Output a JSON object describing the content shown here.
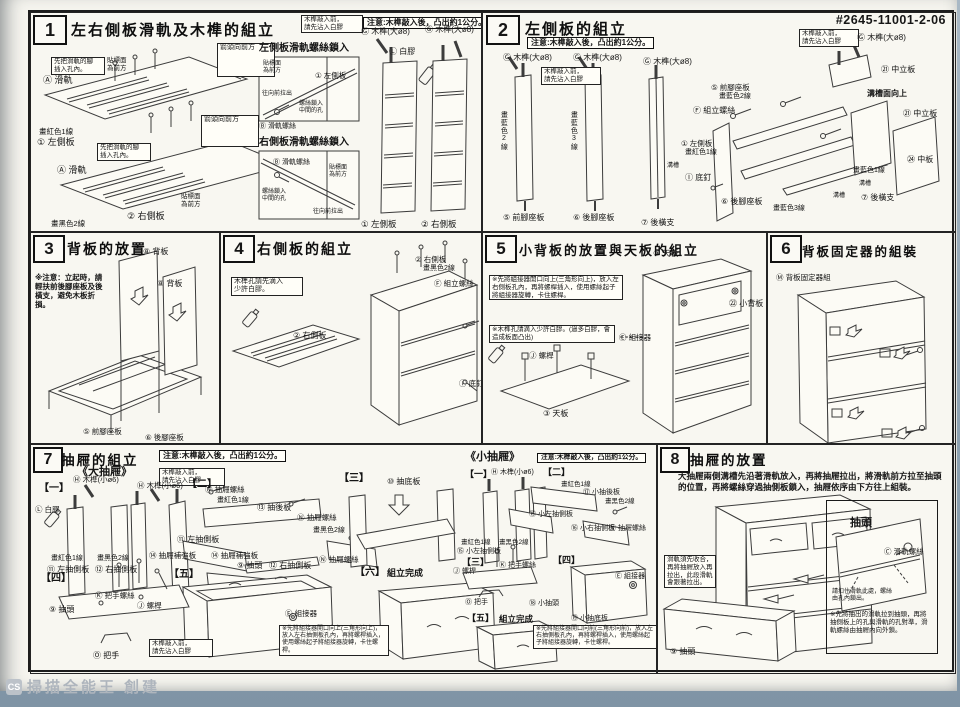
{
  "doc": {
    "part_number": "#2645-11001-2-06",
    "watermark_badge": "CS",
    "watermark_text": "掃描全能王 創建"
  },
  "p1": {
    "num": "1",
    "title": "左右側板滑軌及木榫的組立",
    "glue_note": "木榫敲入前，\n請先沾入白膠",
    "caution": "注意:木榫敲入後，凸出約1公分。",
    "rail_hint": "先把滑軌的腳\n插入孔內。",
    "sticker_front": "貼標面\n為前方",
    "arrow_front": "箭頭向前方",
    "rail": "Ⓐ 滑軌",
    "red_line1": "畫紅色1線",
    "left_board": "① 左側板",
    "right_board": "② 右側板",
    "black_line2": "畫黑色2線",
    "mid_left_title": "左側板滑軌螺絲鎖入",
    "mid_right_title": "右側板滑軌螺絲鎖入",
    "pull_out": "往向前拉出",
    "screw_mid_hole": "螺絲鎖入\n中間的孔",
    "rail_screw": "Ⓑ 滑軌螺絲",
    "dowel_big": "Ⓖ 木榫(大ø8)",
    "glue": "Ⓛ 白膠"
  },
  "p2": {
    "num": "2",
    "title": "左側板的組立",
    "caution": "注意:木榫敲入後，凸出約1公分。",
    "glue_note": "木榫敲入前，\n請先沾入白膠",
    "dowel_big": "Ⓖ 木榫(大ø8)",
    "blue_line2": "畫藍色2線",
    "blue_line3": "畫藍色3線",
    "blue_line1": "畫藍色1線",
    "groove": "溝槽",
    "groove_face_up": "溝槽面向上",
    "front_leg": "⑤ 前腳座板",
    "rear_leg": "⑥ 後腳座板",
    "rear_support": "⑦ 後橫支",
    "mid_upright": "㉑ 中立板",
    "mid_board": "㉔ 中板",
    "asm_screw": "Ⓕ 組立螺絲",
    "left_board": "① 左側板",
    "red_line1": "畫紅色1線",
    "floor_nail": "Ⓘ 底釘"
  },
  "p3": {
    "num": "3",
    "title": "背板的放置",
    "caution": "※注意：立起時，請輕扶前後腳座板及後橫支，避免木板折損。",
    "back_board": "⑧ 背板",
    "front_leg": "⑤ 前腳座板",
    "rear_leg": "⑥ 後腳座板"
  },
  "p4": {
    "num": "4",
    "title": "右側板的組立",
    "glue_note": "木榫孔請先滴入\n少許白膠。",
    "right_board": "② 右側板",
    "black_line2": "畫黑色2線",
    "asm_screw": "Ⓕ 組立螺絲",
    "floor_nail": "Ⓘ 底釘"
  },
  "p5": {
    "num": "5",
    "title": "小背板的放置與天板的組立",
    "connector_note": "※先將組接器開口向上(三角形向上)，放入左右側板孔內，再將螺桿插入，使用螺絲起子將組接器旋轉，卡住螺桿。",
    "glue_note": "※木榫孔請滴入少許白膠。(過多白膠，會造成板面凸出)",
    "top_board": "③ 天板",
    "small_back": "㉒ 小背板",
    "connector": "Ⓔ 組接器",
    "bolt": "Ⓙ 螺桿"
  },
  "p6": {
    "num": "6",
    "title": "背板固定器的組裝",
    "fixer_set": "Ⓜ 背板固定器組"
  },
  "p7": {
    "num": "7",
    "title": "抽屜的組立",
    "big_drawer": "《大抽屜》",
    "small_drawer": "《小抽屜》",
    "caution": "注意:木榫敲入後，凸出約1公分。",
    "glue_note": "木榫敲入前，\n請先沾入白膠",
    "step1": "【一】",
    "step2": "【二】",
    "step3": "【三】",
    "step4": "【四】",
    "step5": "【五】",
    "step6": "【六】",
    "done": "組立完成",
    "dowel_small": "Ⓗ 木榫(小ø6)",
    "glue": "Ⓛ 白膠",
    "red_line1": "畫紅色1線",
    "black_line2": "畫黑色2線",
    "left_side": "⑪ 左抽側板",
    "right_side": "⑫ 右抽側板",
    "back_board": "⑬ 抽後板",
    "reinforce": "⑭ 抽屜補強板",
    "drawer_screw": "Ⓝ 抽屜螺絲",
    "drawer_head": "⑨ 抽頭",
    "bottom_board": "⑩ 抽底板",
    "handle_screw": "Ⓚ 把手螺絲",
    "bolt": "Ⓙ 螺桿",
    "handle": "Ⓞ 把手",
    "connector": "Ⓔ 組接器",
    "connector_note_up": "※先將組接器開口向上(三角形向上)，放入左右抽側板孔內，再將螺桿插入，使用螺絲起子將組接器旋轉，卡住螺桿。",
    "small_left_side": "⑮ 小左抽側板",
    "small_right_side": "⑯ 小右抽側板",
    "small_back_board": "⑰ 小抽後板",
    "small_head": "⑱ 小抽頭",
    "small_bottom_board": "⑲ 小抽底板",
    "connector_note_front": "※先將組接器開口向前(三角形向前)，放入左右抽側板孔內，再將螺桿插入，使用螺絲起子將組接器旋轉，卡住螺桿。"
  },
  "p8": {
    "num": "8",
    "title": "抽屜的放置",
    "body": "大抽屜兩側溝槽先沿著滑軌放入，再將抽屜拉出，將滑軌前方拉至抽頭的位置，再將螺絲穿過抽側板鎖入，抽屜依序由下方往上組裝。",
    "rail_note": "滑軌須先收合，再將抽屜放入再拉出，此段滑軌會跟著拉出。",
    "drawer_head": "⑨ 抽頭",
    "inset_head": "抽頭",
    "rail_screw": "Ⓒ 滑軌螺絲",
    "inset_hint": "請扣住滑軌此處，螺絲由孔內鎖出。",
    "inset_note": "※先將抽出的滑軌拉到抽頭，再將抽側板上的孔與滑軌的孔對準，滑軌螺絲由抽屜內向外鎖。"
  }
}
